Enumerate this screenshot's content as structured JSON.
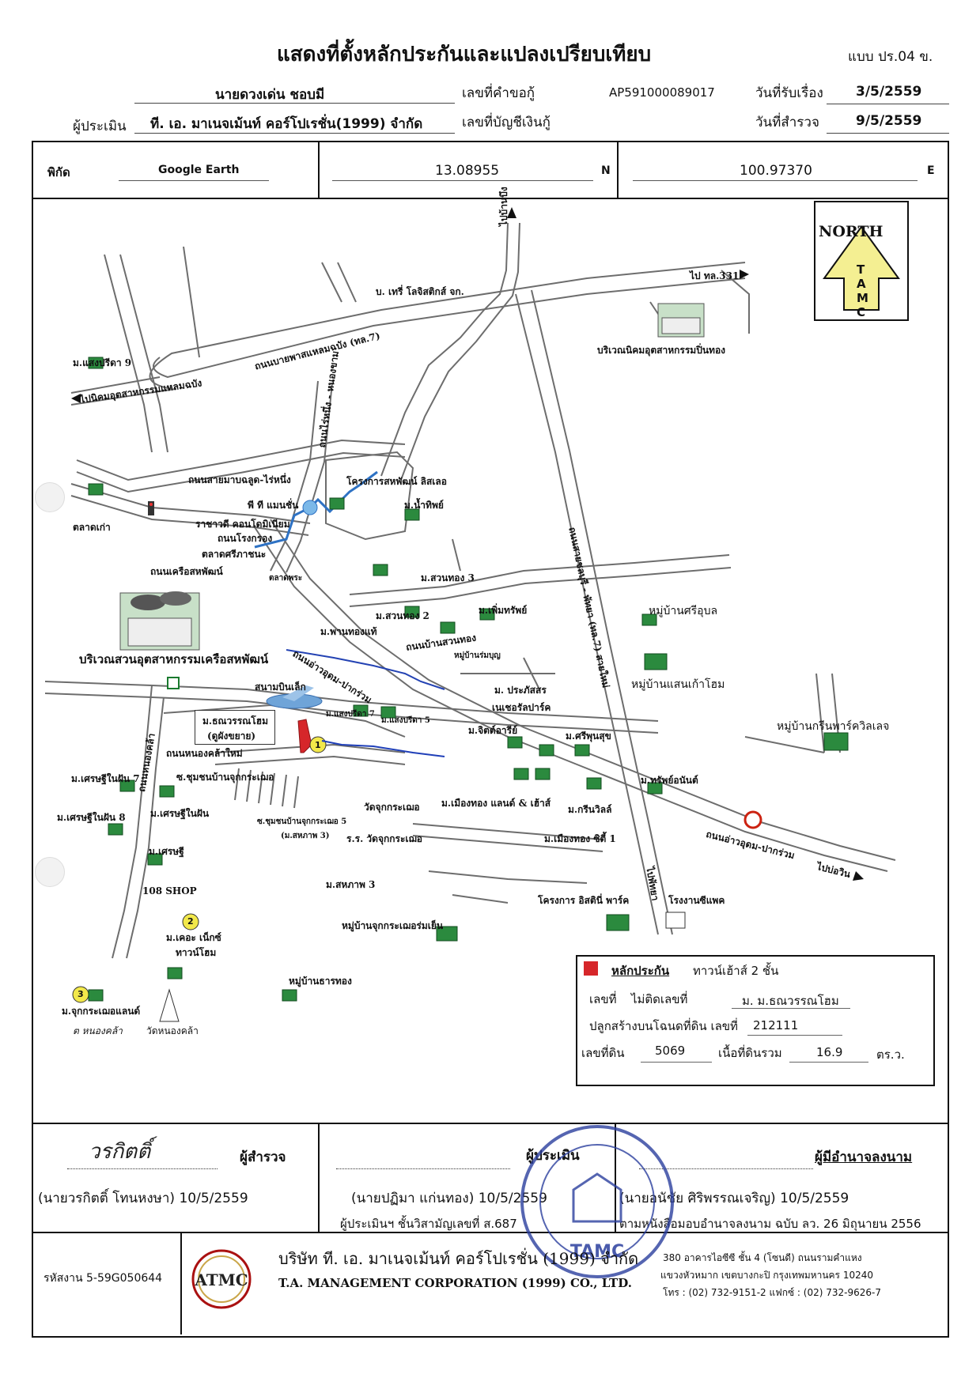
{
  "header": {
    "title": "แสดงที่ตั้งหลักประกันและแปลงเปรียบเทียบ",
    "form_code": "แบบ ปร.04 ข.",
    "owner_name": "นายดวงเด่น  ชอบมี",
    "request_no_label": "เลขที่คำขอกู้",
    "request_no": "AP591000089017",
    "received_date_label": "วันที่รับเรื่อง",
    "received_date": "3/5/2559",
    "appraiser_label": "ผู้ประเมิน",
    "appraiser_name": "ที. เอ. มาเนจเม้นท์ คอร์โปเรชั่น(1999) จำกัด",
    "loan_account_label": "เลขที่บัญชีเงินกู้",
    "survey_date_label": "วันที่สำรวจ",
    "survey_date": "9/5/2559"
  },
  "coords": {
    "label": "พิกัด",
    "source": "Google Earth",
    "lat": "13.08955",
    "lat_dir": "N",
    "lon": "100.97370",
    "lon_dir": "E"
  },
  "map": {
    "north_word": "NORTH",
    "north_letters": [
      "T",
      "A",
      "M",
      "C"
    ],
    "roads": {
      "to_331": "ไป ทล.331",
      "banbueng": "ไปบ้านบึง",
      "bypass7": "ถนนบายพาสแหลมฉบัง (ทล.7)",
      "to_estate": "ไปนิคมอุตสาหกรรมแหลมฉบัง",
      "nongkham": "ถนนไร่หนึ่ง - หนองขาม",
      "saimab": "ถนนสายมาบฉลูด-ไร่หนึ่ง",
      "rongkrong": "ถนนโรงกรอง",
      "khrueasahaphat": "ถนนเครือสหพัฒน์",
      "sukhumvit": "ถนนสายชลบุรี - พัทยา (ทล.7) สายใหม่",
      "suanthong": "ถนนบ้านสวนทอง",
      "arudom1": "ถนนอ่าวอุดม-ปากร่วม",
      "nongkhla": "ถนนหนองคล้าใหม่",
      "nongkhla2": "ถนนหนองคล้า",
      "arudom2": "ถนนอ่าวอุดม-ปากร่วม",
      "to_paorin": "ไปบ่อวิน",
      "pattaya": "ไปพัทยา"
    },
    "places": {
      "taree": "บ. เทรี่ โลจิสติกส์ จก.",
      "pinthong": "บริเวณนิคมอุตสาหกรรมปิ่นทอง",
      "saengpreeda": "ม.แสงปรีดา 9",
      "sahaphat_lisle": "โครงการสหพัฒน์ ลิสเลอ",
      "pt_mansion": "พี ที แมนชั่น",
      "namthip": "ม.น้ำทิพย์",
      "rachawadee": "ราชาวดี คอนโดมิเนียม",
      "talat_kao": "ตลาดเก่า",
      "talat_sri": "ตลาดศรีภาชนะ",
      "talat_phra": "ตลาดพระ",
      "suanthong3": "ม.สวนทอง 3",
      "suanthong2": "ม.สวนทอง 2",
      "permsap": "ม.เพิ่มทรัพย์",
      "sriubon": "หมู่บ้านศรีอุบล",
      "phanthongthae": "ม.พานทองแท้",
      "rommbun": "หมู่บ้านร่มบุญ",
      "sahaphat_estate": "บริเวณสวนอุตสาหกรรมเครือสหพัฒน์",
      "saengkaohom": "หมู่บ้านแสนเก้าโฮม",
      "airport": "สนามบินเล็ก",
      "prakatsorn1": "ม. ประภัสสร",
      "prakatsorn2": "เนเชอรัลปาร์ค",
      "collateral_name": "ม.ธณวรรณโฮม",
      "collateral_sub": "(ดูผังขยาย)",
      "saengpreeda7": "ม.แสงปรีดา 7",
      "saengpreeda5": "ม.แสงปรีดา 5",
      "jitaree": "ม.จิตต์อารีย์",
      "sripusuk": "ม.ศรีพุนสุข",
      "greenpark": "หมู่บ้านกรีนพาร์ควิลเลจ",
      "setthi7": "ม.เศรษฐีในฝัน 7",
      "chumchon": "ซ.ชุมชนบ้านจุกกระเฌอ",
      "tharithon": "ม.ทรัพย์อนันต์",
      "setthi8": "ม.เศรษฐีในฝัน 8",
      "setthi": "ม.เศรษฐีในฝัน",
      "wat": "วัดจุกกระเฌอ",
      "muangthong": "ม.เมืองทอง แลนด์ & เฮ้าส์",
      "greenville": "ม.กรีนวิลล์",
      "soi5": "ซ.ชุมชนบ้านจุกกระเฌอ 5",
      "sahaphap3a": "(ม.สหภาพ 3)",
      "school": "ร.ร. วัดจุกกระเฌอ",
      "muangthong1": "ม.เมืองทอง ซิตี้ 1",
      "setthi_b": "ม.เศรษฐี",
      "sahaphap3": "ม.สหภาพ 3",
      "shop108": "108 SHOP",
      "iddini": "โครงการ อิสตินี่ พาร์ค",
      "ice_factory": "โรงงานซีแพค",
      "jukkrachoe_home": "หมู่บ้านจุกกระเฌอร่มเย็น",
      "kaewnaksri": "ม.เคอะ เน็กซ์",
      "townhome": "ทาวน์โฮม",
      "tharathong": "หมู่บ้านธารทอง",
      "jukkrachoe_land": "ม.จุกกระเฌอแลนด์",
      "nongkhla_place": "ต หนองคล้า",
      "wat_nongkhla": "วัดหนองคล้า"
    },
    "markers": [
      "1",
      "2",
      "3"
    ],
    "collateral_color": "#d6262a",
    "road_color": "#6d6d6d",
    "river_color": "#2e72c4"
  },
  "legend": {
    "title": "หลักประกัน",
    "type": "ทาวน์เฮ้าส์ 2 ชั้น",
    "number_label": "เลขที่",
    "number_value": "ไม่ติดเลขที่",
    "village": "ม. ม.ธณวรรณโฮม",
    "deed_label": "ปลูกสร้างบนโฉนดที่ดิน เลขที่",
    "deed_no": "212111",
    "land_no_label": "เลขที่ดิน",
    "land_no": "5069",
    "area_label": "เนื้อที่ดินรวม",
    "area": "16.9",
    "area_unit": "ตร.ว."
  },
  "signatures": {
    "surveyor_role": "ผู้สำรวจ",
    "surveyor_sig": "วรกิตติ์",
    "surveyor": "(นายวรกิตติ์  โทนหงษา)  10/5/2559",
    "appraiser_role": "ผู้ประเมิน",
    "appraiser": "(นายปฏิมา แก่นทอง)  10/5/2559",
    "appraiser_note": "ผู้ประเมินฯ ชั้นวิสามัญเลขที่ ส.687",
    "authorized_role": "ผู้มีอำนาจลงนาม",
    "authorized": "(นายอนัชัย  ศิริพรรณเจริญ)  10/5/2559",
    "authorized_note": "ตามหนังสือมอบอำนาจลงนาม ฉบับ ลว. 26 มิถุนายน 2556"
  },
  "footer": {
    "code": "รหัสงาน 5-59G050644",
    "company_th": "บริษัท  ที. เอ. มาเนจเม้นท์ คอร์โปเรชั่น (1999) จำกัด",
    "company_en": "T.A. MANAGEMENT CORPORATION (1999) CO., LTD.",
    "address1": "380 อาคารไอซีซี ชั้น 4 (โซนดี) ถนนรามคำแหง",
    "address2": "แขวงหัวหมาก เขตบางกะปิ กรุงเทพมหานคร 10240",
    "phone": "โทร : (02) 732-9151-2 แฟกซ์ : (02) 732-9626-7",
    "logo_text": "ATMC",
    "stamp_text": "TAMC"
  }
}
